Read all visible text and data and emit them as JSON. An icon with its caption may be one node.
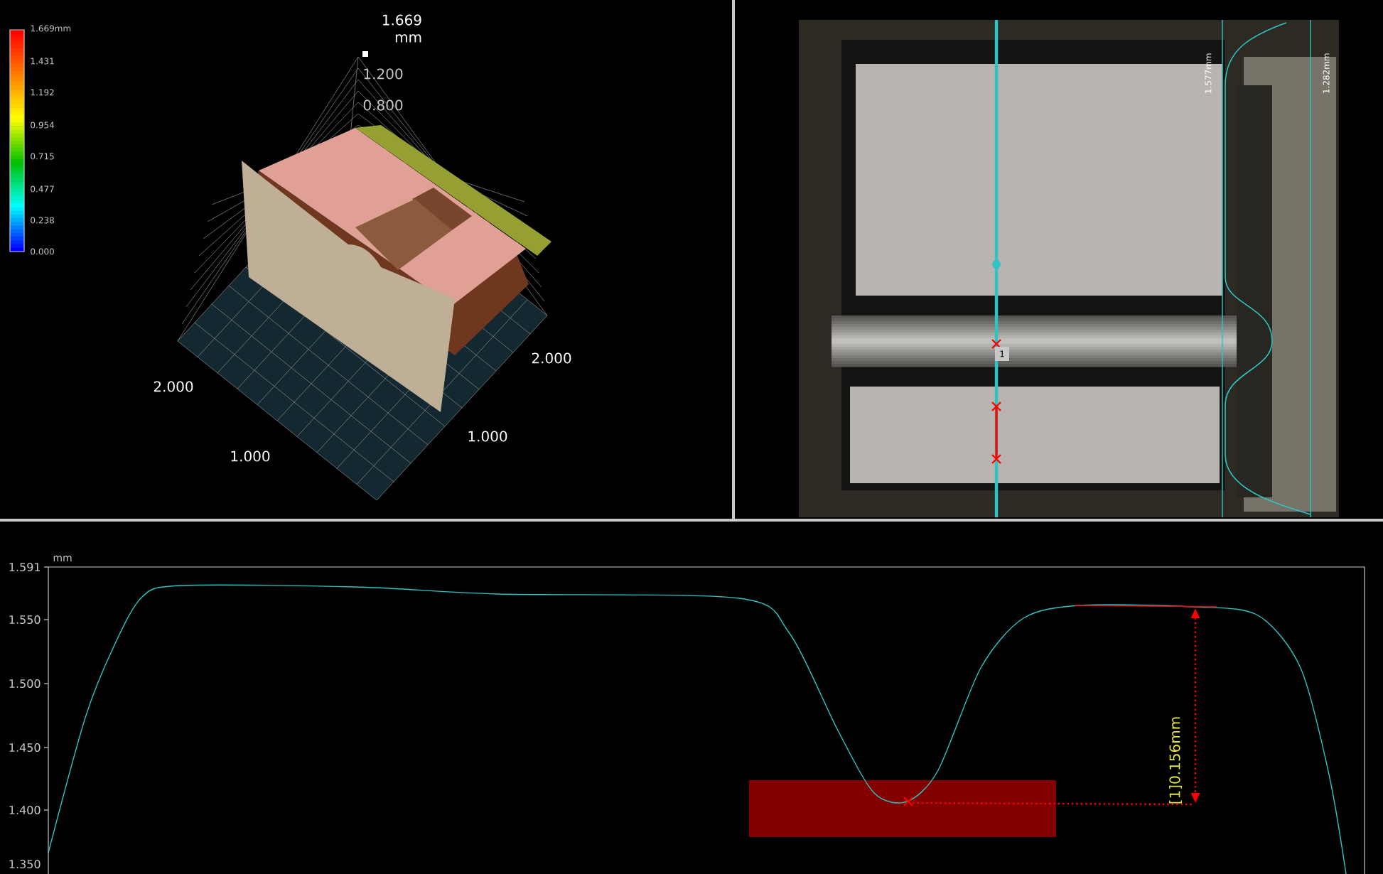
{
  "diagram": {
    "labels": [
      "1.669mm",
      "1.431",
      "1.192",
      "0.954",
      "0.715",
      "0.477",
      "0.238",
      "0.000",
      "1.669 mm",
      "1.200",
      "0.800",
      "2.000",
      "1.000",
      "2.000",
      "1.000",
      "1.577mm",
      "1.282mm",
      "1",
      "mm",
      "1.591",
      "1.550",
      "1.500",
      "1.450",
      "1.400",
      "1.350",
      "[1]0.156mm"
    ]
  }
}
